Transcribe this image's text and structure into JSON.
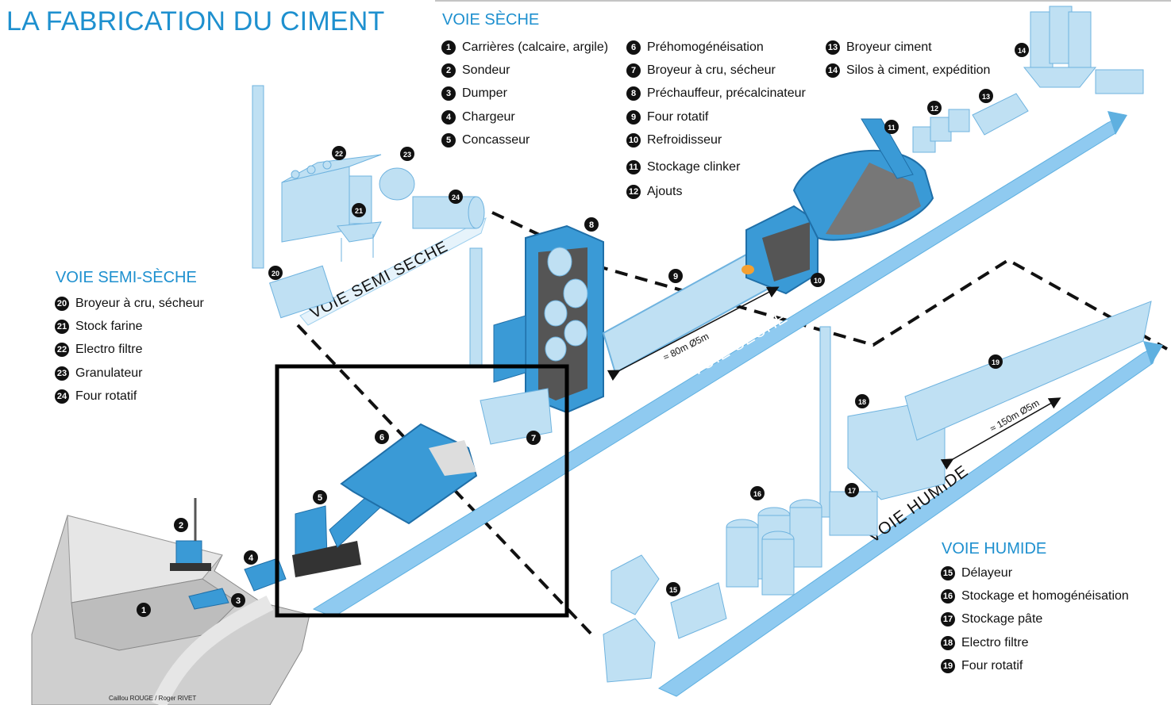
{
  "title": "LA FABRICATION DU CIMENT",
  "credit": "Caillou ROUGE / Roger RIVET",
  "colors": {
    "heading": "#1e90cf",
    "machine": "#3a9ad6",
    "machine_dark": "#1f6fa8",
    "light_blue": "#bfe0f3",
    "ground": "#c8c8c8",
    "highlight_box": "#000000"
  },
  "sections": {
    "voie_seche": {
      "heading": "VOIE SÈCHE",
      "col1": [
        {
          "n": "1",
          "label": "Carrières (calcaire, argile)"
        },
        {
          "n": "2",
          "label": "Sondeur"
        },
        {
          "n": "3",
          "label": "Dumper"
        },
        {
          "n": "4",
          "label": "Chargeur"
        },
        {
          "n": "5",
          "label": "Concasseur"
        }
      ],
      "col2": [
        {
          "n": "6",
          "label": "Préhomogénéisation"
        },
        {
          "n": "7",
          "label": "Broyeur à cru, sécheur"
        },
        {
          "n": "8",
          "label": "Préchauffeur, précalcinateur"
        },
        {
          "n": "9",
          "label": "Four rotatif"
        },
        {
          "n": "10",
          "label": "Refroidisseur"
        },
        {
          "n": "11",
          "label": "Stockage clinker"
        },
        {
          "n": "12",
          "label": "Ajouts"
        }
      ],
      "col3": [
        {
          "n": "13",
          "label": "Broyeur ciment"
        },
        {
          "n": "14",
          "label": "Silos à ciment, expédition"
        }
      ]
    },
    "voie_semi_seche": {
      "heading": "VOIE SEMI-SÈCHE",
      "items": [
        {
          "n": "20",
          "label": "Broyeur à cru, sécheur"
        },
        {
          "n": "21",
          "label": "Stock farine"
        },
        {
          "n": "22",
          "label": "Electro filtre"
        },
        {
          "n": "23",
          "label": "Granulateur"
        },
        {
          "n": "24",
          "label": "Four rotatif"
        }
      ]
    },
    "voie_humide": {
      "heading": "VOIE HUMIDE",
      "items": [
        {
          "n": "15",
          "label": "Délayeur"
        },
        {
          "n": "16",
          "label": "Stockage et homogénéisation"
        },
        {
          "n": "17",
          "label": "Stockage pâte"
        },
        {
          "n": "18",
          "label": "Electro filtre"
        },
        {
          "n": "19",
          "label": "Four rotatif"
        }
      ]
    }
  },
  "conveyor_labels": {
    "semi_seche": "VOIE SEMI SECHE",
    "seche": "VOIE SECHE",
    "humide": "VOIE HUMIDE"
  },
  "dimensions": {
    "kiln_dry": "≈ 80m Ø5m",
    "kiln_wet": "≈ 150m Ø5m"
  },
  "markers": [
    "1",
    "2",
    "3",
    "4",
    "5",
    "6",
    "7",
    "8",
    "9",
    "10",
    "11",
    "12",
    "13",
    "14",
    "15",
    "16",
    "17",
    "18",
    "19",
    "20",
    "21",
    "22",
    "23",
    "24"
  ]
}
